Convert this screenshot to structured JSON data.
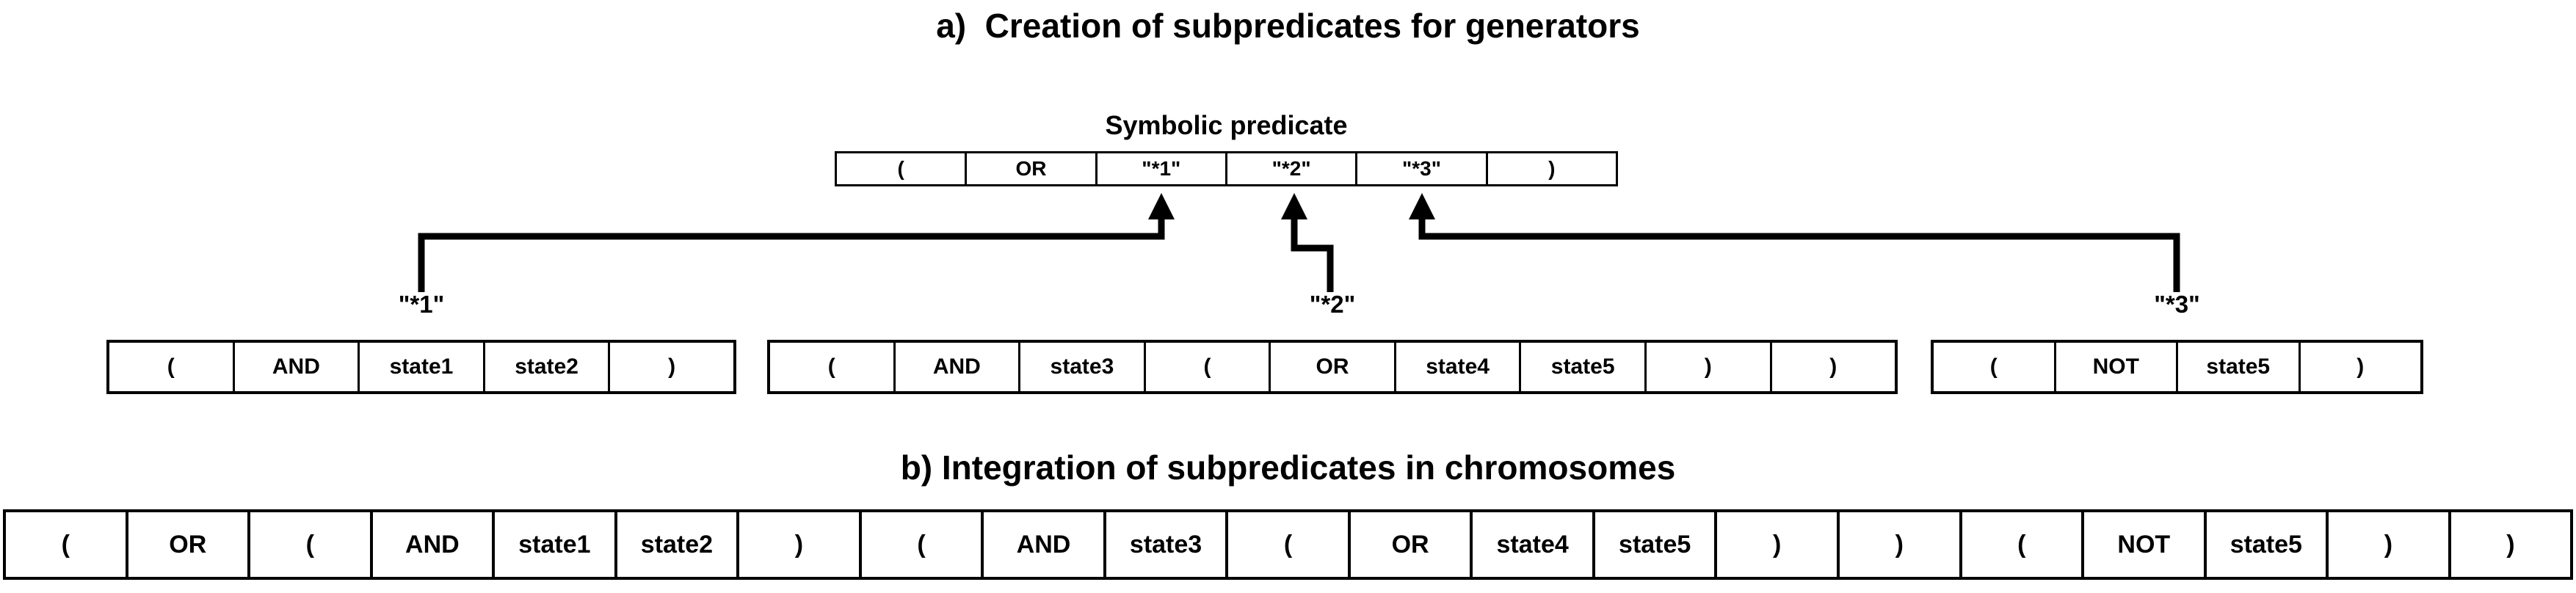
{
  "section_a": {
    "title": "a)  Creation of subpredicates for generators",
    "symbolic_predicate": {
      "label": "Symbolic predicate",
      "cells": [
        "(",
        "OR",
        "\"*1\"",
        "\"*2\"",
        "\"*3\"",
        ")"
      ]
    },
    "subpredicates": [
      {
        "label": "\"*1\"",
        "cells": [
          "(",
          "AND",
          "state1",
          "state2",
          ")"
        ]
      },
      {
        "label": "\"*2\"",
        "cells": [
          "(",
          "AND",
          "state3",
          "(",
          "OR",
          "state4",
          "state5",
          ")",
          ")"
        ]
      },
      {
        "label": "\"*3\"",
        "cells": [
          "(",
          "NOT",
          "state5",
          ")"
        ]
      }
    ]
  },
  "section_b": {
    "title": "b) Integration of subpredicates in chromosomes",
    "chromosome": {
      "cells": [
        "(",
        "OR",
        "(",
        "AND",
        "state1",
        "state2",
        ")",
        "(",
        "AND",
        "state3",
        "(",
        "OR",
        "state4",
        "state5",
        ")",
        ")",
        "(",
        "NOT",
        "state5",
        ")",
        ")"
      ]
    }
  },
  "colors": {
    "line": "#000000",
    "border": "#000000",
    "background": "#ffffff"
  }
}
